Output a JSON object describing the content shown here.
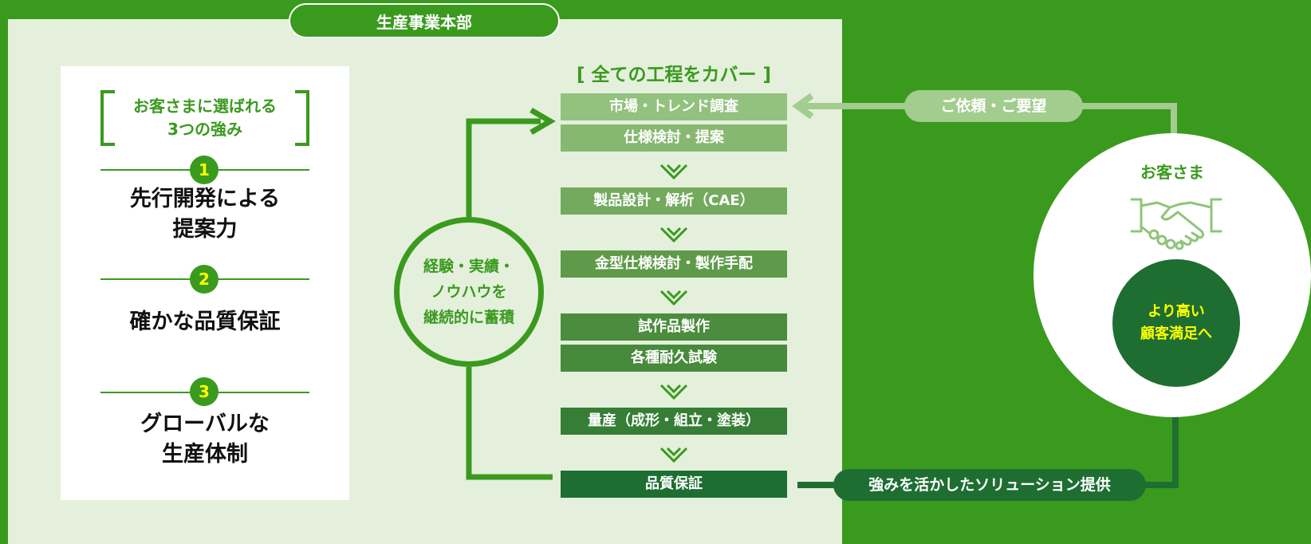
{
  "department": "生産事業本部",
  "strengths": {
    "heading_lines": [
      "お客さまに選ばれる",
      "3つの強み"
    ],
    "items": [
      {
        "number": "1",
        "lines": [
          "先行開発による",
          "提案力"
        ]
      },
      {
        "number": "2",
        "lines": [
          "確かな品質保証"
        ]
      },
      {
        "number": "3",
        "lines": [
          "グローバルな",
          "生産体制"
        ]
      }
    ]
  },
  "process": {
    "title": "[  全ての工程をカバー  ]",
    "steps": [
      "市場・トレンド調査",
      "仕様検討・提案",
      "製品設計・解析（CAE）",
      "金型仕様検討・製作手配",
      "試作品製作",
      "各種耐久試験",
      "量産（成形・組立・塗装）",
      "品質保証"
    ]
  },
  "cycle": {
    "lines": [
      "経験・実績・",
      "ノウハウを",
      "継続的に蓄積"
    ]
  },
  "request_label": "ご依頼・ご要望",
  "solution_label": "強みを活かしたソリューション提供",
  "customer": {
    "label": "お客さま",
    "icon": "handshake-icon",
    "satisfaction_lines": [
      "より高い",
      "顧客満足へ"
    ]
  },
  "colors": {
    "background": "#3a9a1e",
    "panel": "#e4f0dc",
    "accent": "#3a9a1e",
    "dark": "#1e6e32",
    "highlight": "#ffff00"
  }
}
